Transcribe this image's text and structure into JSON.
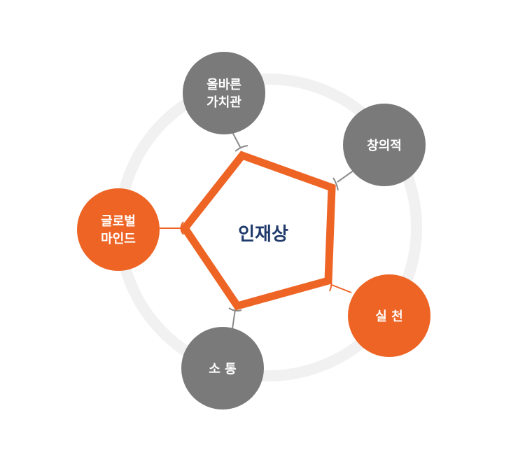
{
  "center": {
    "label": "인재상"
  },
  "nodes": [
    {
      "id": "values",
      "lines": [
        "올바른",
        "가치관"
      ],
      "color": "gray"
    },
    {
      "id": "creativity",
      "lines": [
        "창의적"
      ],
      "color": "gray"
    },
    {
      "id": "practice",
      "lines": [
        "실 천"
      ],
      "color": "orange"
    },
    {
      "id": "communication",
      "lines": [
        "소 통"
      ],
      "color": "gray"
    },
    {
      "id": "global-mind",
      "lines": [
        "글로벌",
        "마인드"
      ],
      "color": "orange"
    }
  ],
  "colors": {
    "orange": "#ee6425",
    "gray": "#7a7a7a",
    "ring": "#f1f1f1",
    "center_text": "#1f3a6b",
    "pentagon_fill": "#ffffff"
  }
}
